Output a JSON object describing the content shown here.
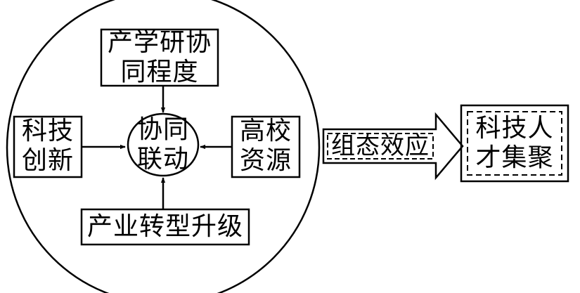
{
  "nodes": {
    "center": {
      "line1": "协同",
      "line2": "联动"
    },
    "top": {
      "line1": "产学研协",
      "line2": "同程度"
    },
    "left": {
      "line1": "科技",
      "line2": "创新"
    },
    "right": {
      "line1": "高校",
      "line2": "资源"
    },
    "bottom": {
      "text": "产业转型升级"
    }
  },
  "effect_arrow": {
    "text": "组态效应"
  },
  "outcome": {
    "line1": "科技人",
    "line2": "才集聚"
  },
  "colors": {
    "stroke": "#000000",
    "background": "#ffffff"
  }
}
